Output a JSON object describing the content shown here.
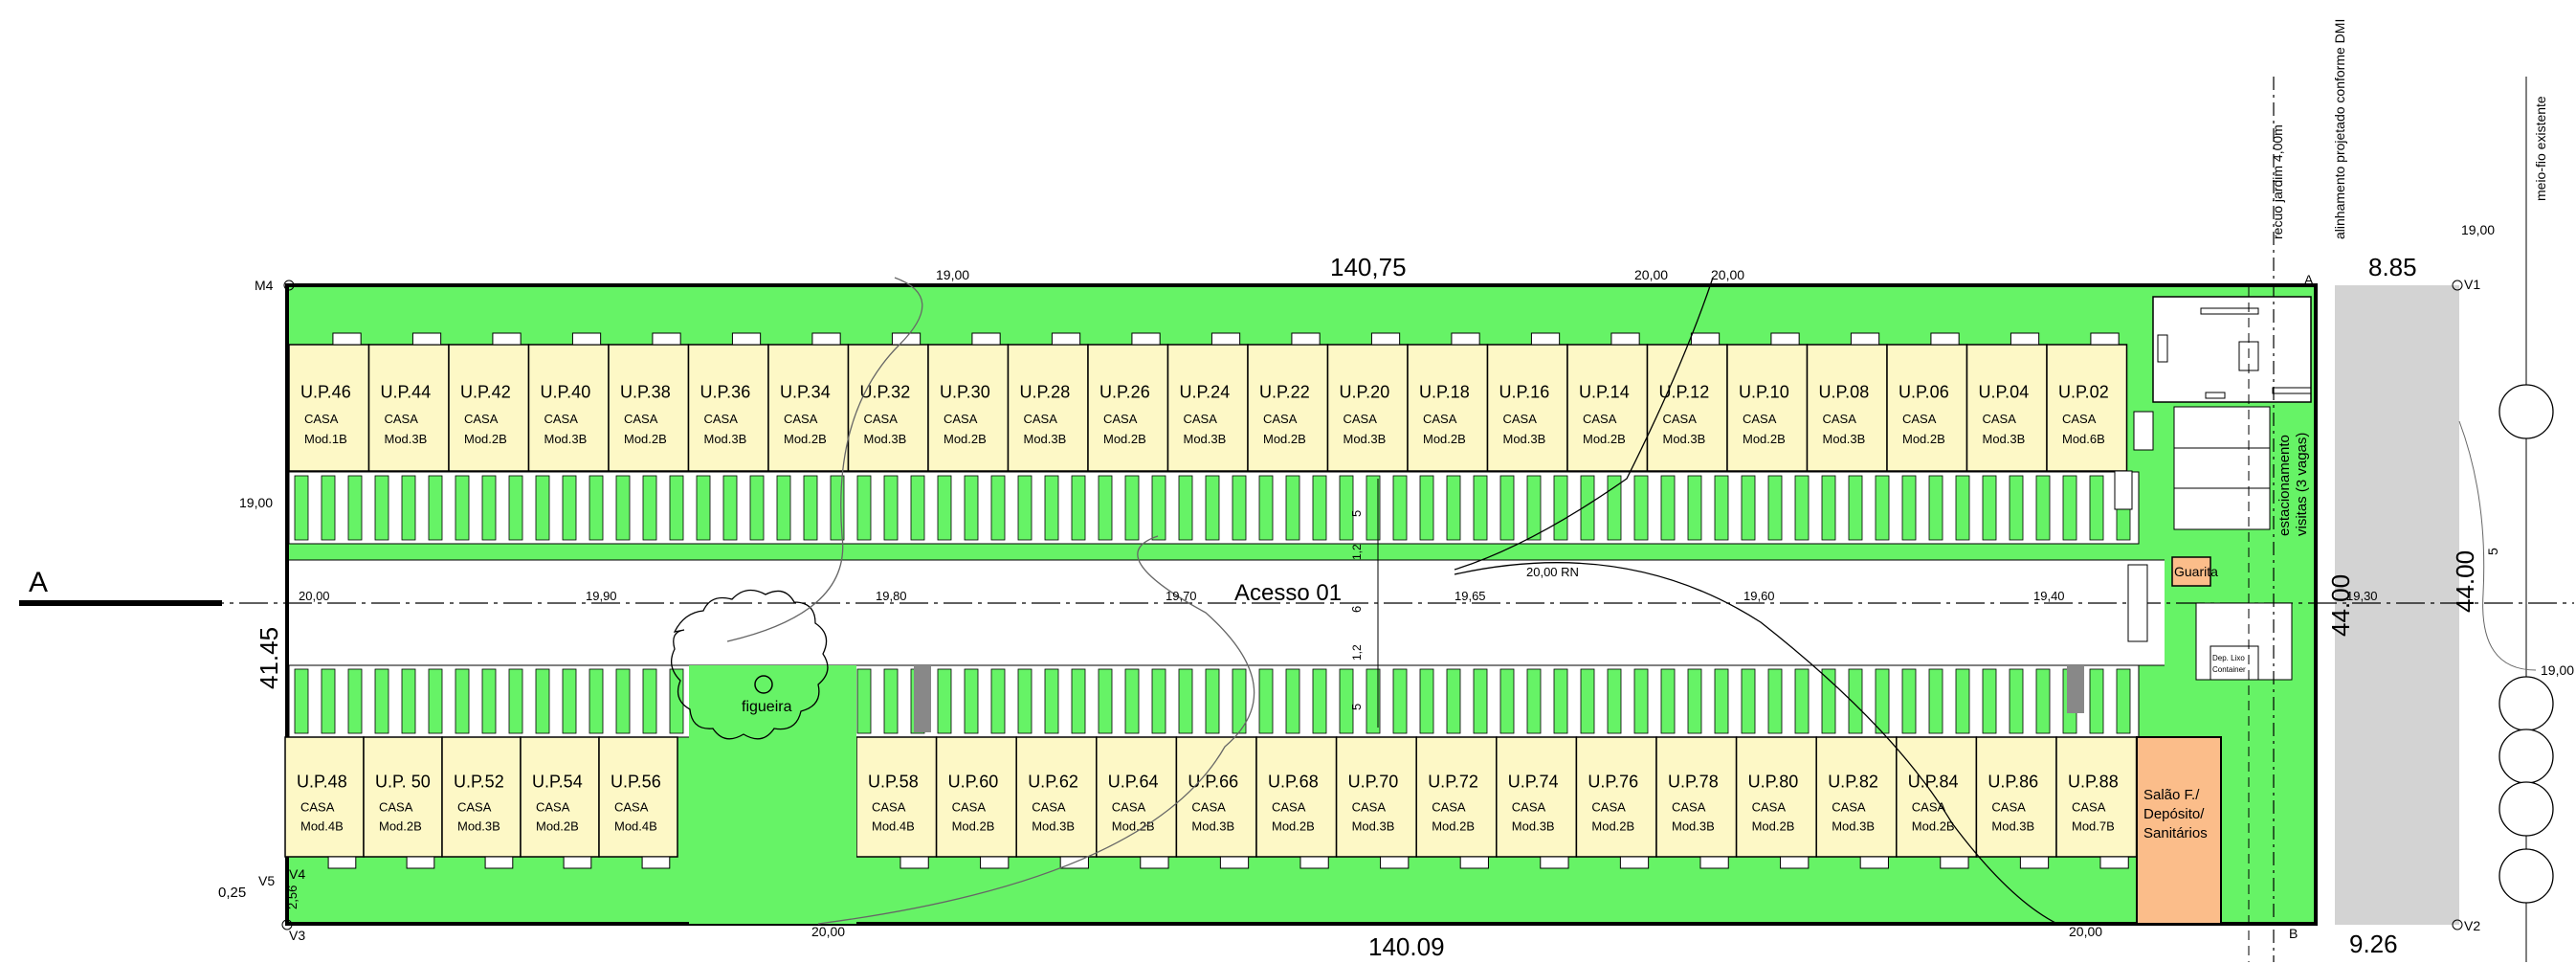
{
  "section_marker": "A",
  "dimensions": {
    "top_length": "140,75",
    "bottom_length": "140.09",
    "left_height": "41.45",
    "right_height_a": "44.00",
    "right_height_b": "44.00",
    "top_right": "8.85",
    "bottom_right": "9.26",
    "small_left": "0,25",
    "small_left_v": "2,56",
    "street_width": "5",
    "lane_6": "6",
    "lane_5a": "5",
    "lane_5b": "5",
    "lane_1_2a": "1,2",
    "lane_1_2b": "1,2"
  },
  "vertices": {
    "m4": "M4",
    "v1": "V1",
    "v2": "V2",
    "v3": "V3",
    "v4": "V4",
    "v5": "V5",
    "a": "A",
    "b": "B"
  },
  "levels": {
    "top_1900": "19,00",
    "top_2000a": "20,00",
    "top_2000b": "20,00",
    "left_1900": "19,00",
    "road_2000": "20,00",
    "road_1990": "19,90",
    "road_1980": "19,80",
    "road_1970": "19,70",
    "road_1965": "19,65",
    "road_2000rn": "20,00 RN",
    "road_1960": "19,60",
    "road_1940": "19,40",
    "road_1930": "19,30",
    "bottom_2000a": "20,00",
    "bottom_2000b": "20,00",
    "right_1900a": "19,00",
    "right_1900b": "19,00"
  },
  "labels": {
    "access": "Acesso 01",
    "tree": "figueira",
    "guard": "Guarita",
    "salon_1": "Salão F./",
    "salon_2": "Depósito/",
    "salon_3": "Sanitários",
    "visitor_1": "estacionamento",
    "visitor_2": "visitas (3 vagas)",
    "setback": "recuo jardim 4,00m",
    "alignment": "alinhamento projetado conforme DMI",
    "curb": "meio-fio existente",
    "dep_lixo_1": "Dep. Lixo",
    "dep_lixo_2": "Container"
  },
  "units_top": [
    {
      "name": "U.P.46",
      "type": "CASA",
      "mod": "Mod.1B"
    },
    {
      "name": "U.P.44",
      "type": "CASA",
      "mod": "Mod.3B"
    },
    {
      "name": "U.P.42",
      "type": "CASA",
      "mod": "Mod.2B"
    },
    {
      "name": "U.P.40",
      "type": "CASA",
      "mod": "Mod.3B"
    },
    {
      "name": "U.P.38",
      "type": "CASA",
      "mod": "Mod.2B"
    },
    {
      "name": "U.P.36",
      "type": "CASA",
      "mod": "Mod.3B"
    },
    {
      "name": "U.P.34",
      "type": "CASA",
      "mod": "Mod.2B"
    },
    {
      "name": "U.P.32",
      "type": "CASA",
      "mod": "Mod.3B"
    },
    {
      "name": "U.P.30",
      "type": "CASA",
      "mod": "Mod.2B"
    },
    {
      "name": "U.P.28",
      "type": "CASA",
      "mod": "Mod.3B"
    },
    {
      "name": "U.P.26",
      "type": "CASA",
      "mod": "Mod.2B"
    },
    {
      "name": "U.P.24",
      "type": "CASA",
      "mod": "Mod.3B"
    },
    {
      "name": "U.P.22",
      "type": "CASA",
      "mod": "Mod.2B"
    },
    {
      "name": "U.P.20",
      "type": "CASA",
      "mod": "Mod.3B"
    },
    {
      "name": "U.P.18",
      "type": "CASA",
      "mod": "Mod.2B"
    },
    {
      "name": "U.P.16",
      "type": "CASA",
      "mod": "Mod.3B"
    },
    {
      "name": "U.P.14",
      "type": "CASA",
      "mod": "Mod.2B"
    },
    {
      "name": "U.P.12",
      "type": "CASA",
      "mod": "Mod.3B"
    },
    {
      "name": "U.P.10",
      "type": "CASA",
      "mod": "Mod.2B"
    },
    {
      "name": "U.P.08",
      "type": "CASA",
      "mod": "Mod.3B"
    },
    {
      "name": "U.P.06",
      "type": "CASA",
      "mod": "Mod.2B"
    },
    {
      "name": "U.P.04",
      "type": "CASA",
      "mod": "Mod.3B"
    },
    {
      "name": "U.P.02",
      "type": "CASA",
      "mod": "Mod.6B"
    }
  ],
  "units_bottom_left": [
    {
      "name": "U.P.48",
      "type": "CASA",
      "mod": "Mod.4B"
    },
    {
      "name": "U.P. 50",
      "type": "CASA",
      "mod": "Mod.2B"
    },
    {
      "name": "U.P.52",
      "type": "CASA",
      "mod": "Mod.3B"
    },
    {
      "name": "U.P.54",
      "type": "CASA",
      "mod": "Mod.2B"
    },
    {
      "name": "U.P.56",
      "type": "CASA",
      "mod": "Mod.4B"
    }
  ],
  "units_bottom_right": [
    {
      "name": "U.P.58",
      "type": "CASA",
      "mod": "Mod.4B"
    },
    {
      "name": "U.P.60",
      "type": "CASA",
      "mod": "Mod.2B"
    },
    {
      "name": "U.P.62",
      "type": "CASA",
      "mod": "Mod.3B"
    },
    {
      "name": "U.P.64",
      "type": "CASA",
      "mod": "Mod.2B"
    },
    {
      "name": "U.P.66",
      "type": "CASA",
      "mod": "Mod.3B"
    },
    {
      "name": "U.P.68",
      "type": "CASA",
      "mod": "Mod.2B"
    },
    {
      "name": "U.P.70",
      "type": "CASA",
      "mod": "Mod.3B"
    },
    {
      "name": "U.P.72",
      "type": "CASA",
      "mod": "Mod.2B"
    },
    {
      "name": "U.P.74",
      "type": "CASA",
      "mod": "Mod.3B"
    },
    {
      "name": "U.P.76",
      "type": "CASA",
      "mod": "Mod.2B"
    },
    {
      "name": "U.P.78",
      "type": "CASA",
      "mod": "Mod.3B"
    },
    {
      "name": "U.P.80",
      "type": "CASA",
      "mod": "Mod.2B"
    },
    {
      "name": "U.P.82",
      "type": "CASA",
      "mod": "Mod.3B"
    },
    {
      "name": "U.P.84",
      "type": "CASA",
      "mod": "Mod.2B"
    },
    {
      "name": "U.P.86",
      "type": "CASA",
      "mod": "Mod.3B"
    },
    {
      "name": "U.P.88",
      "type": "CASA",
      "mod": "Mod.7B"
    }
  ],
  "colors": {
    "green": "#66f366",
    "house": "#fdf8c6",
    "salon": "#fbbd8a",
    "road": "#ffffff",
    "street": "#d3d3d3"
  }
}
